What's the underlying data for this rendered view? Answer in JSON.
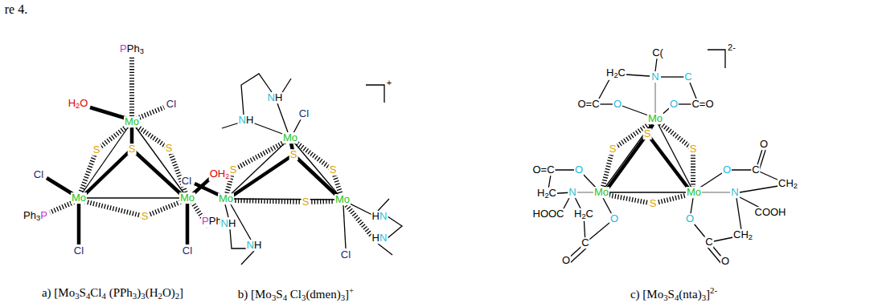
{
  "diagram": {
    "labels": [
      "re 4.",
      "PPh3",
      "H2O",
      "Cl",
      "Mo",
      "S",
      "S",
      "S",
      "Cl",
      "OH2",
      "Mo",
      "Mo",
      "Ph3P",
      "S",
      "PPh3",
      "Cl",
      "Cl",
      "a) [Mo3S4Cl4 (PPh3)3(H2O)2]",
      "+",
      "NH",
      "Cl",
      "NH",
      "Mo",
      "S",
      "S",
      "S",
      "Cl",
      "Mo",
      "Mo",
      "S",
      "HN",
      "NH",
      "HN",
      "NH",
      "Cl",
      "b) [Mo3S4 Cl3(dmen)3]+",
      "2-",
      "C(",
      "H2C",
      "N",
      "C",
      "O=C",
      "O",
      "O",
      "C=O",
      "Mo",
      "S",
      "S",
      "S",
      "O",
      "O=C",
      "O",
      "O",
      "C",
      "CH2",
      "Mo",
      "H2C",
      "N",
      "Mo",
      "N",
      "S",
      "COOH",
      "HOOC",
      "H2C",
      "O",
      "O",
      "CH2",
      "C",
      "C",
      "O",
      "O",
      "c) [Mo3S4(nta)3]2-"
    ]
  }
}
